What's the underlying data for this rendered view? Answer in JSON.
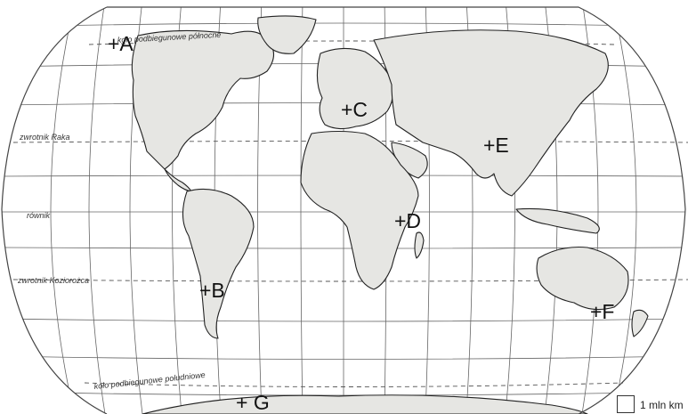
{
  "map": {
    "lines": {
      "arctic": "koło podbiegunowe północne",
      "tropic_cancer": "zwrotnik Raka",
      "equator": "równik",
      "tropic_capricorn": "zwrotnik Koziorożca",
      "antarctic": "koło podbiegunowe południowe"
    },
    "points": [
      {
        "id": "A",
        "label": "+A"
      },
      {
        "id": "B",
        "label": "+B"
      },
      {
        "id": "C",
        "label": "+C"
      },
      {
        "id": "D",
        "label": "+D"
      },
      {
        "id": "E",
        "label": "+E"
      },
      {
        "id": "F",
        "label": "+F"
      },
      {
        "id": "G",
        "label": "+ G"
      }
    ],
    "scale": {
      "label": "1 mln km"
    }
  }
}
